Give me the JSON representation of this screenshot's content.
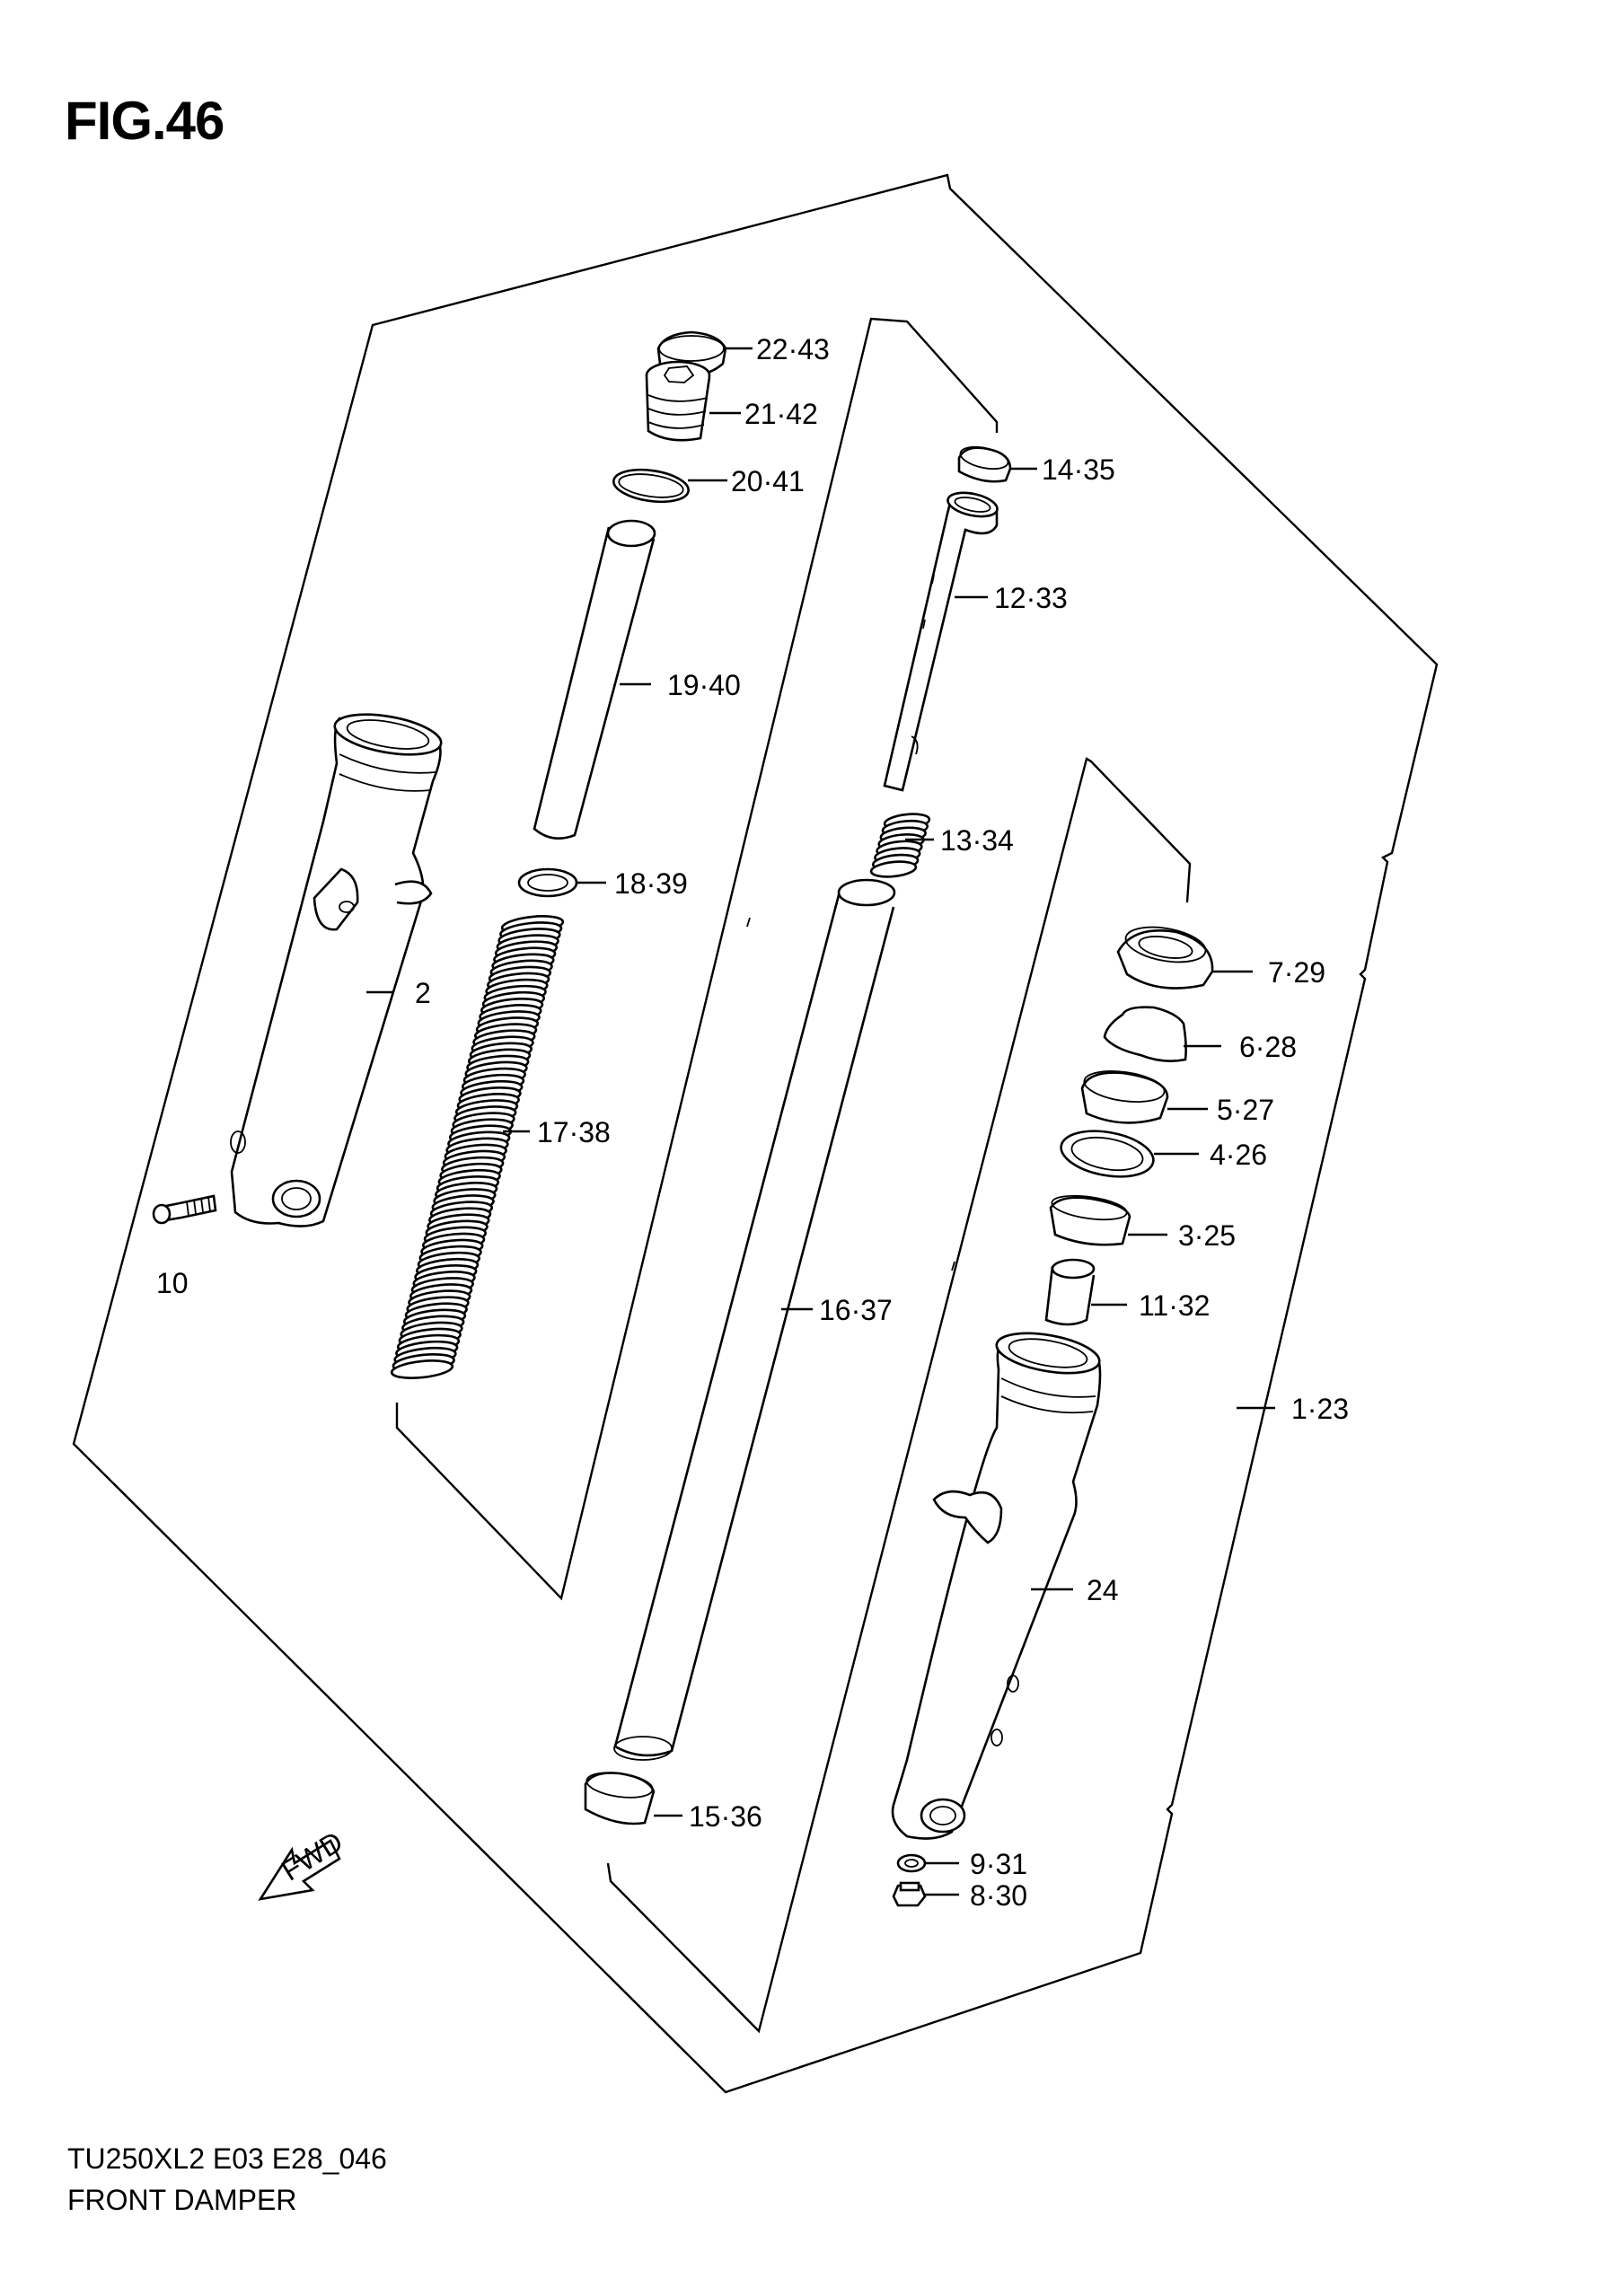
{
  "figure": {
    "title": "FIG.46",
    "model_code": "TU250XL2 E03 E28_046",
    "name": "FRONT DAMPER"
  },
  "fwd_label": "FWD",
  "callouts": [
    {
      "id": "c-22-43",
      "text": "22·43"
    },
    {
      "id": "c-21-42",
      "text": "21·42"
    },
    {
      "id": "c-20-41",
      "text": "20·41"
    },
    {
      "id": "c-19-40",
      "text": "19·40"
    },
    {
      "id": "c-18-39",
      "text": "18·39"
    },
    {
      "id": "c-17-38",
      "text": "17·38"
    },
    {
      "id": "c-2",
      "text": "2"
    },
    {
      "id": "c-10",
      "text": "10"
    },
    {
      "id": "c-14-35",
      "text": "14·35"
    },
    {
      "id": "c-12-33",
      "text": "12·33"
    },
    {
      "id": "c-13-34",
      "text": "13·34"
    },
    {
      "id": "c-16-37",
      "text": "16·37"
    },
    {
      "id": "c-15-36",
      "text": "15·36"
    },
    {
      "id": "c-7-29",
      "text": "7·29"
    },
    {
      "id": "c-6-28",
      "text": "6·28"
    },
    {
      "id": "c-5-27",
      "text": "5·27"
    },
    {
      "id": "c-4-26",
      "text": "4·26"
    },
    {
      "id": "c-3-25",
      "text": "3·25"
    },
    {
      "id": "c-11-32",
      "text": "11·32"
    },
    {
      "id": "c-1-23",
      "text": "1·23"
    },
    {
      "id": "c-24",
      "text": "24"
    },
    {
      "id": "c-9-31",
      "text": "9·31"
    },
    {
      "id": "c-8-30",
      "text": "8·30"
    }
  ]
}
